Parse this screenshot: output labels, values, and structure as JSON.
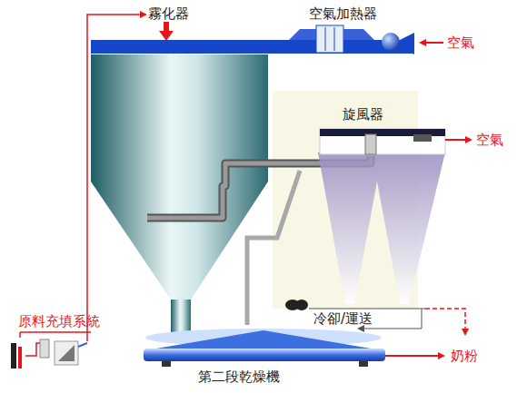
{
  "diagram": {
    "labels": [
      "霧化器",
      "空氣加熱器",
      "空氣",
      "旋風器",
      "空氣",
      "原料充填系統",
      "冷卻/運送",
      "第二段乾燥機",
      "奶粉"
    ]
  }
}
